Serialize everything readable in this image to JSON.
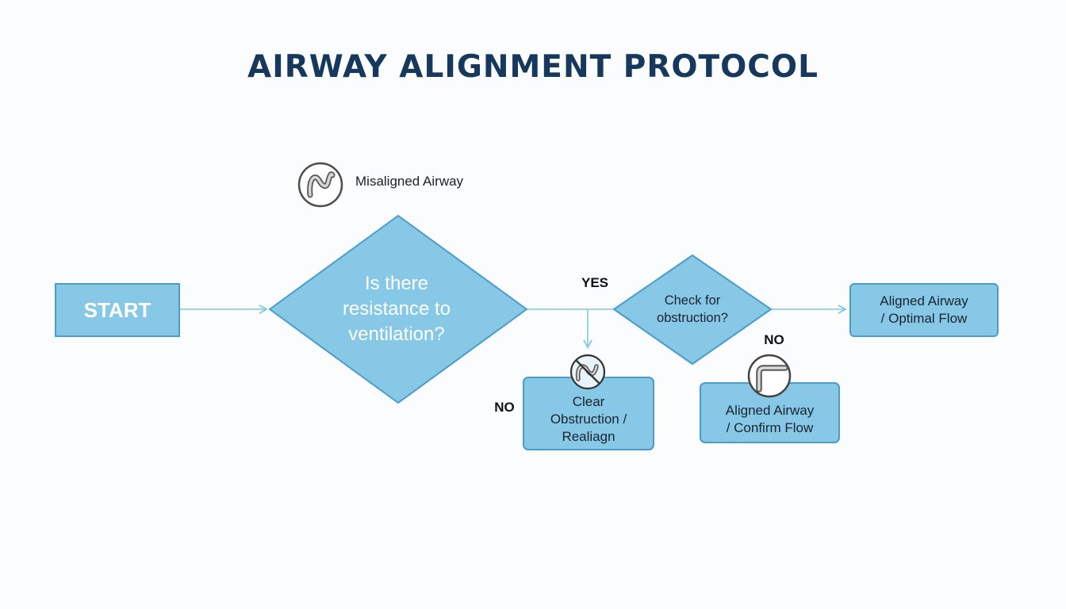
{
  "diagram": {
    "title": "AIRWAY ALIGNMENT PROTOCOL",
    "note": "Misaligned Airway",
    "nodes": {
      "start": "START",
      "question": "Is there\nresistance to\nventilation?",
      "check": "Check for\nobstruction?",
      "aligned_optimal": "Aligned Airway\n/ Optimal Flow",
      "clear_obstruction": "Clear\nObstruction /\nRealiagn",
      "aligned_confirm": "Aligned Airway\n/ Confirm Flow"
    },
    "edge_labels": {
      "yes": "YES",
      "no_left": "NO",
      "no_right": "NO"
    },
    "icons": {
      "note": "curved-tube-icon",
      "clear": "crossed-tube-icon",
      "confirm": "bent-tube-icon"
    },
    "colors": {
      "title": "#16385d",
      "fill": "#86c8e6",
      "stroke": "#4a9dcb",
      "arrow": "#7fc6e6"
    }
  }
}
